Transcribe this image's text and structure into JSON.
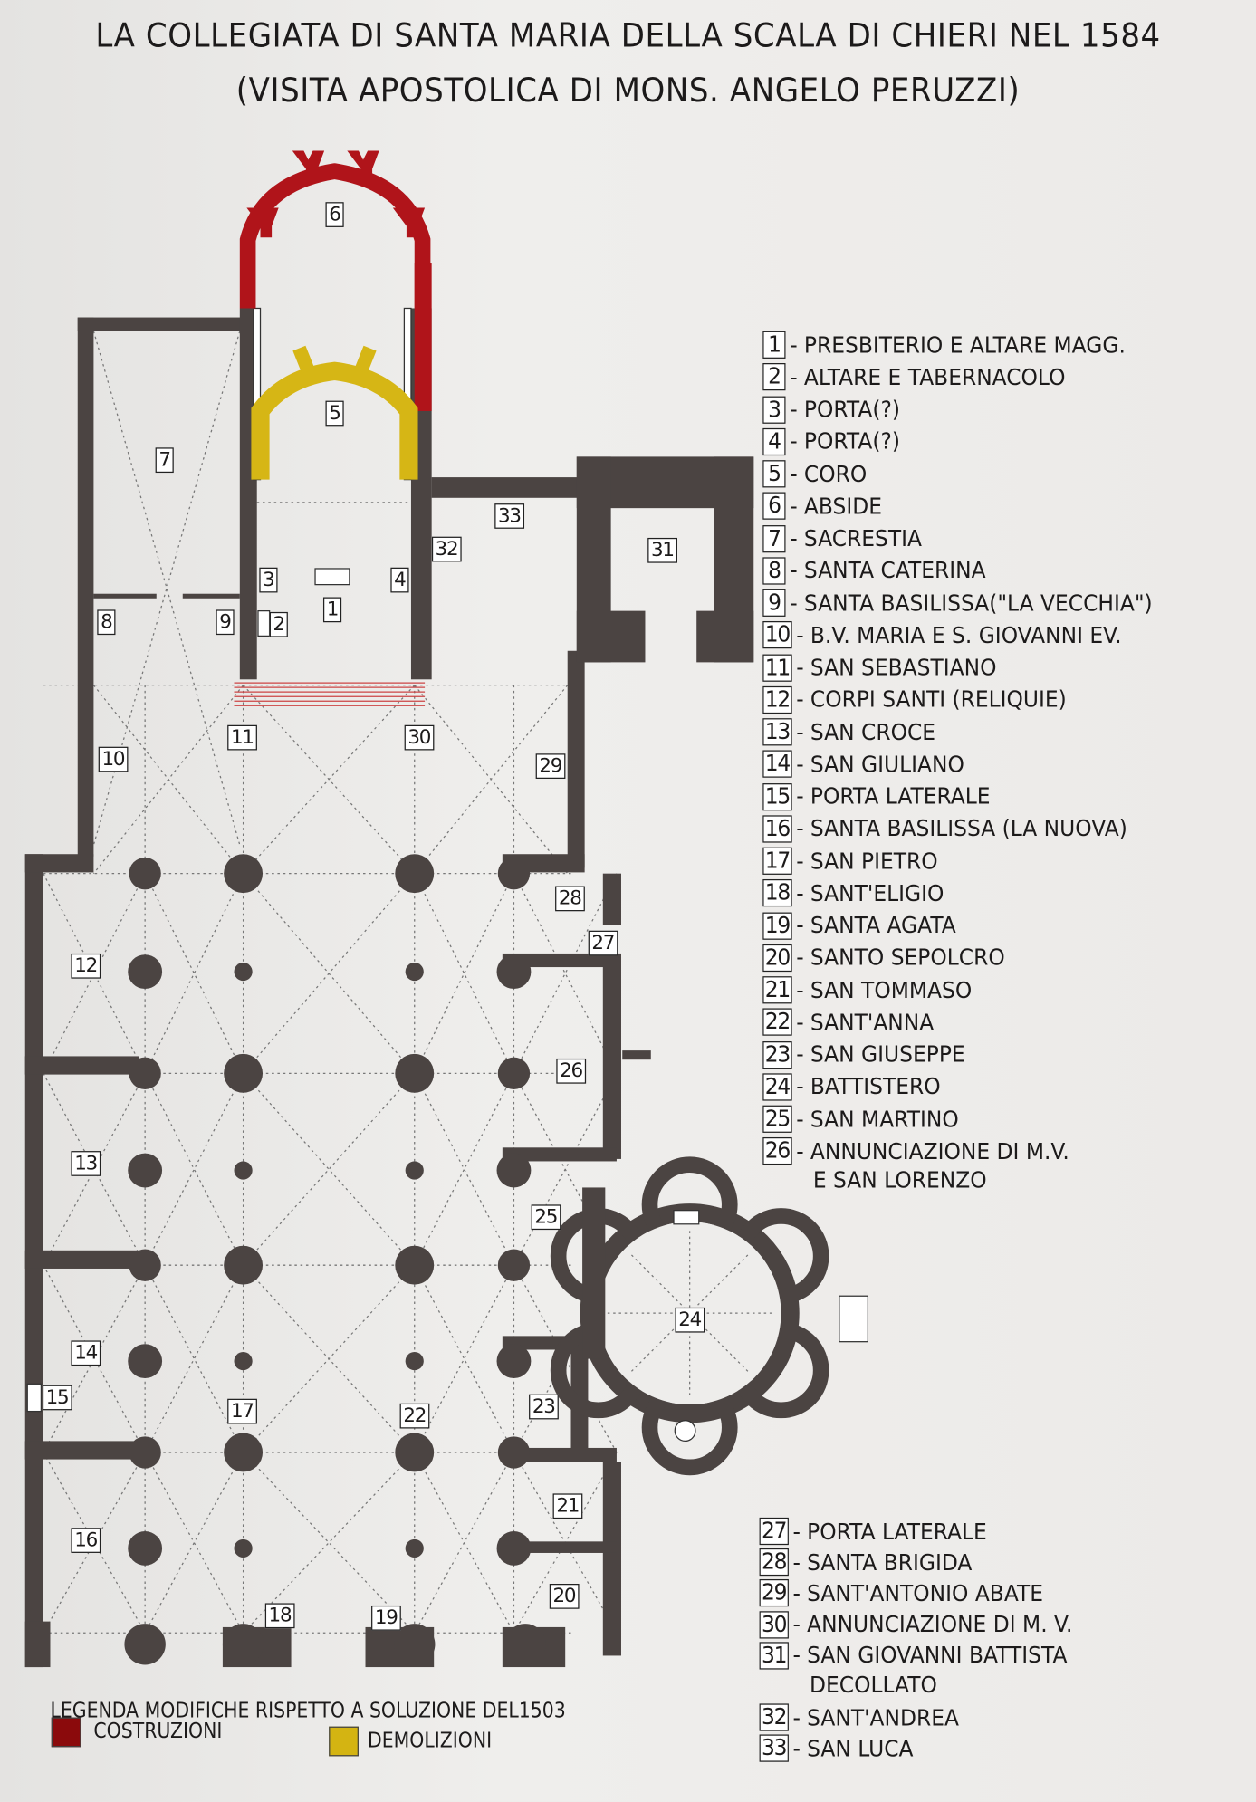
{
  "title": {
    "line1": "LA COLLEGIATA DI SANTA MARIA DELLA SCALA DI CHIERI NEL 1584",
    "line2": "(VISITA APOSTOLICA DI MONS. ANGELO PERUZZI)"
  },
  "legend": [
    {
      "num": "1",
      "label": "PRESBITERIO E ALTARE MAGG."
    },
    {
      "num": "2",
      "label": "ALTARE E TABERNACOLO"
    },
    {
      "num": "3",
      "label": "PORTA(?)"
    },
    {
      "num": "4",
      "label": "PORTA(?)"
    },
    {
      "num": "5",
      "label": "CORO"
    },
    {
      "num": "6",
      "label": "ABSIDE"
    },
    {
      "num": "7",
      "label": "SACRESTIA"
    },
    {
      "num": "8",
      "label": "SANTA CATERINA"
    },
    {
      "num": "9",
      "label": "SANTA BASILISSA(\"LA VECCHIA\")"
    },
    {
      "num": "10",
      "label": "B.V. MARIA E S. GIOVANNI EV."
    },
    {
      "num": "11",
      "label": "SAN SEBASTIANO"
    },
    {
      "num": "12",
      "label": "CORPI SANTI (RELIQUIE)"
    },
    {
      "num": "13",
      "label": "SAN CROCE"
    },
    {
      "num": "14",
      "label": "SAN GIULIANO"
    },
    {
      "num": "15",
      "label": "PORTA LATERALE"
    },
    {
      "num": "16",
      "label": "SANTA BASILISSA (LA NUOVA)"
    },
    {
      "num": "17",
      "label": "SAN PIETRO"
    },
    {
      "num": "18",
      "label": "SANT'ELIGIO"
    },
    {
      "num": "19",
      "label": "SANTA AGATA"
    },
    {
      "num": "20",
      "label": "SANTO SEPOLCRO"
    },
    {
      "num": "21",
      "label": "SAN TOMMASO"
    },
    {
      "num": "22",
      "label": "SANT'ANNA"
    },
    {
      "num": "23",
      "label": "SAN GIUSEPPE"
    },
    {
      "num": "24",
      "label": "BATTISTERO"
    },
    {
      "num": "25",
      "label": "SAN MARTINO"
    },
    {
      "num": "26",
      "label": "ANNUNCIAZIONE DI M.V.",
      "cont": "E SAN LORENZO"
    },
    {
      "num": "27",
      "label": "PORTA LATERALE"
    },
    {
      "num": "28",
      "label": "SANTA BRIGIDA"
    },
    {
      "num": "29",
      "label": "SANT'ANTONIO ABATE"
    },
    {
      "num": "30",
      "label": "ANNUNCIAZIONE DI M. V."
    },
    {
      "num": "31",
      "label": "SAN GIOVANNI BATTISTA",
      "cont": "DECOLLATO"
    },
    {
      "num": "32",
      "label": "SANT'ANDREA"
    },
    {
      "num": "33",
      "label": "SAN LUCA"
    }
  ],
  "modifications": {
    "heading": "LEGENDA MODIFICHE RISPETTO A SOLUZIONE DEL1503",
    "items": [
      {
        "label": "COSTRUZIONI",
        "color": "#8b0a0c"
      },
      {
        "label": "DEMOLIZIONI",
        "color": "#d4b412"
      }
    ]
  },
  "colors": {
    "wall": "#4b4442",
    "construction": "#b0141a",
    "demolition": "#d6b615"
  }
}
